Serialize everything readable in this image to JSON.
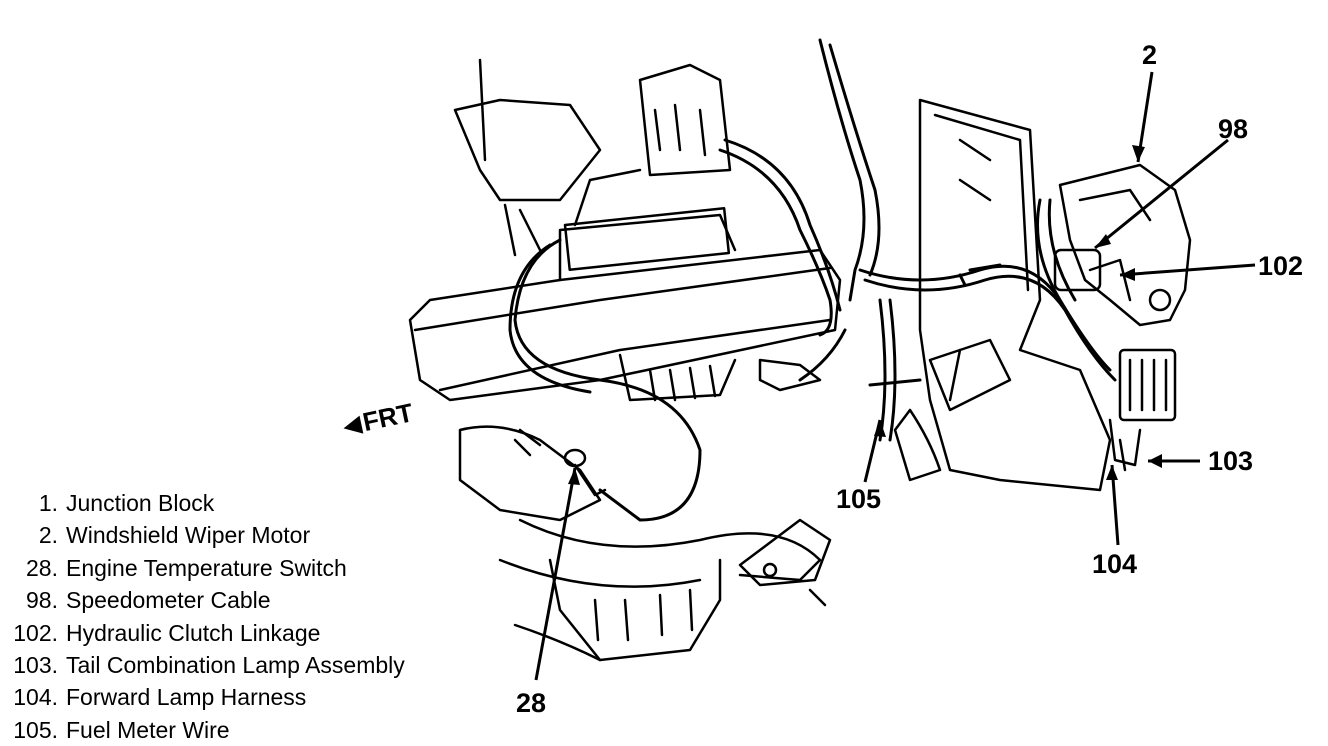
{
  "direction_marker": {
    "label": "FRT",
    "arrow_icon": "left-arrow-icon"
  },
  "callouts": [
    {
      "id": "2",
      "label": "2"
    },
    {
      "id": "98",
      "label": "98"
    },
    {
      "id": "102",
      "label": "102"
    },
    {
      "id": "103",
      "label": "103"
    },
    {
      "id": "104",
      "label": "104"
    },
    {
      "id": "105",
      "label": "105"
    },
    {
      "id": "28",
      "label": "28"
    }
  ],
  "legend": [
    {
      "num": "1.",
      "text": "Junction Block"
    },
    {
      "num": "2.",
      "text": "Windshield Wiper Motor"
    },
    {
      "num": "28.",
      "text": "Engine Temperature Switch"
    },
    {
      "num": "98.",
      "text": "Speedometer Cable"
    },
    {
      "num": "102.",
      "text": "Hydraulic Clutch Linkage"
    },
    {
      "num": "103.",
      "text": "Tail Combination Lamp Assembly"
    },
    {
      "num": "104.",
      "text": "Forward Lamp Harness"
    },
    {
      "num": "105.",
      "text": "Fuel Meter Wire"
    }
  ]
}
